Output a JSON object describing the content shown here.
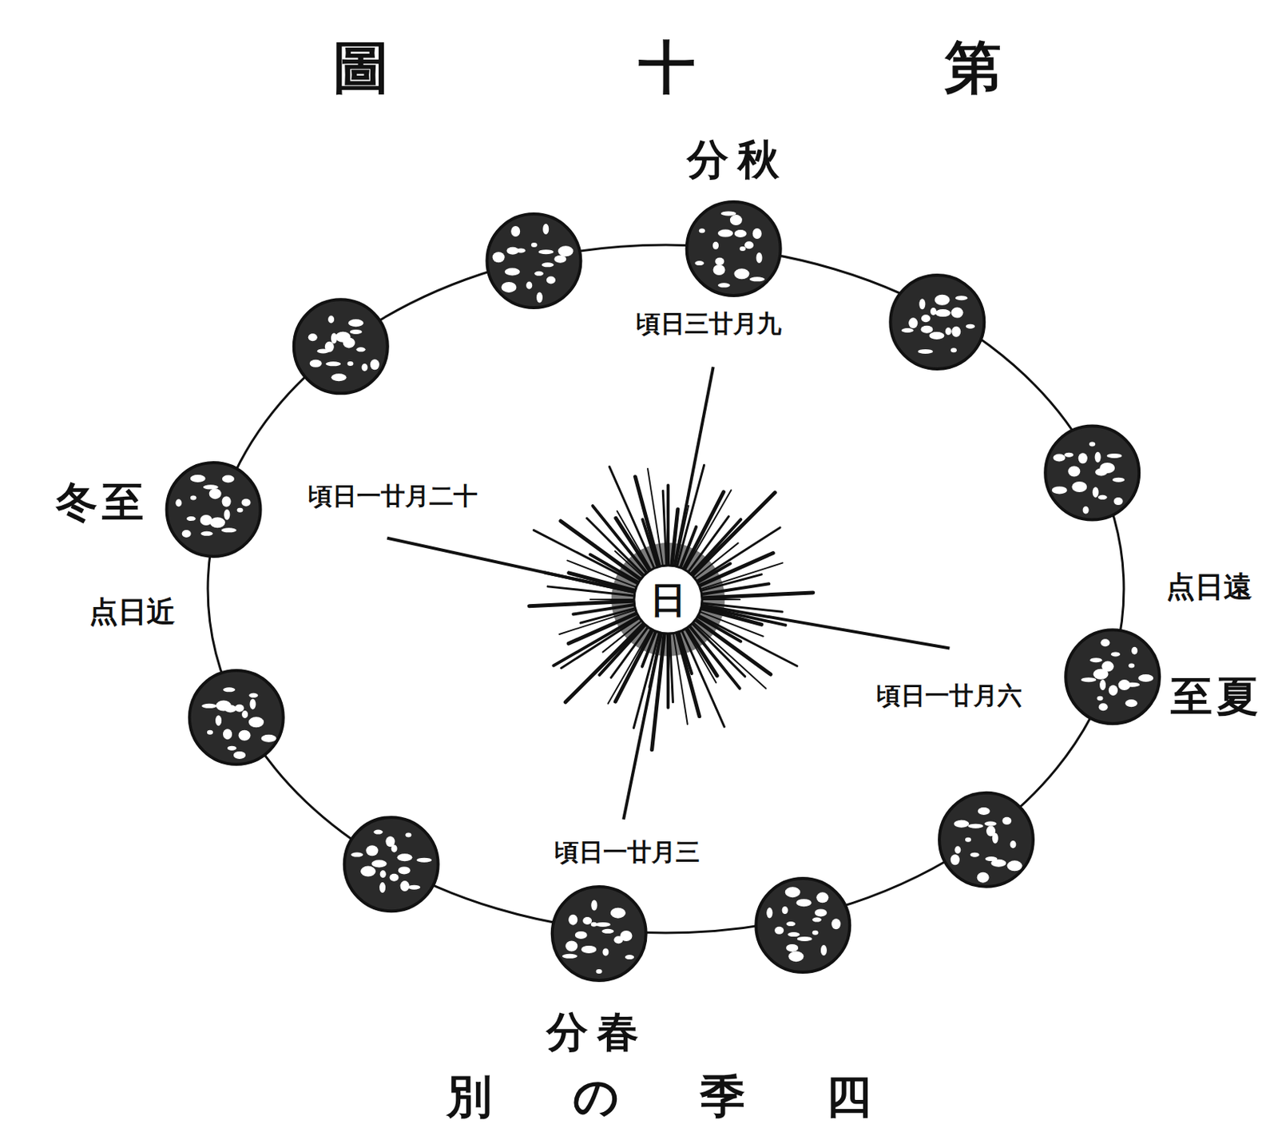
{
  "diagram": {
    "title": "圖十第",
    "caption": "別の季四",
    "nodes": [
      {
        "text": [
          "日"
        ]
      }
    ],
    "labels": [
      "分秋",
      "頃日三廿月九",
      "冬至",
      "頃日一廿月二十",
      "点日近",
      "点日遠",
      "頃日一廿月六",
      "至夏",
      "頃日一廿月三",
      "分春"
    ]
  }
}
